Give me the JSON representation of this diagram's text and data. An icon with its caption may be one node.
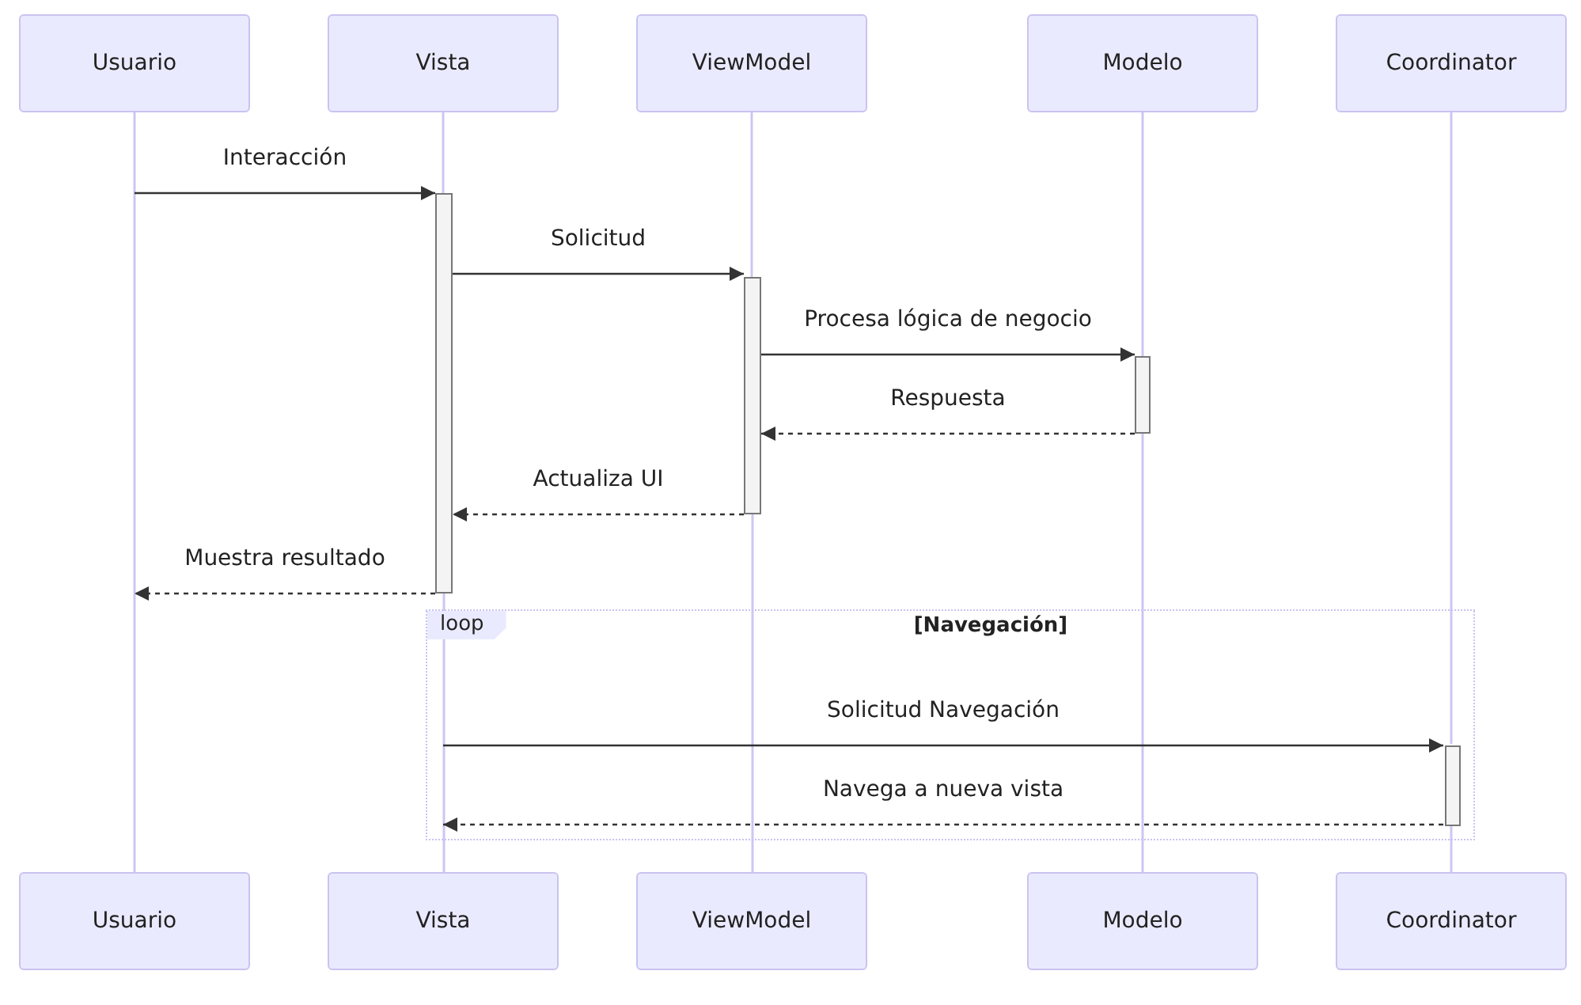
{
  "diagram": {
    "nodes": [
      {
        "text": [
          "Usuario"
        ]
      },
      {
        "text": [
          "Vista"
        ]
      },
      {
        "text": [
          "ViewModel"
        ]
      },
      {
        "text": [
          "Modelo"
        ]
      },
      {
        "text": [
          "Coordinator"
        ]
      },
      {
        "text": [],
        "shape": "bar"
      },
      {
        "text": [],
        "shape": "bar"
      },
      {
        "text": [],
        "shape": "bar"
      },
      {
        "text": [
          "loop",
          "[Navegación]"
        ]
      },
      {
        "text": [],
        "shape": "bar",
        "in": 8
      },
      {
        "text": [
          "Usuario"
        ]
      },
      {
        "text": [
          "Vista"
        ]
      },
      {
        "text": [
          "ViewModel"
        ]
      },
      {
        "text": [
          "Modelo"
        ]
      },
      {
        "text": [
          "Coordinator"
        ]
      }
    ],
    "edges": [
      {
        "from": 0,
        "to": 10,
        "arrow": "none"
      },
      {
        "from": 1,
        "to": 5,
        "arrow": "none"
      },
      {
        "from": 5,
        "to": 11,
        "arrow": "none"
      },
      {
        "from": 2,
        "to": 6,
        "arrow": "none"
      },
      {
        "from": 6,
        "to": 12,
        "arrow": "none"
      },
      {
        "from": 3,
        "to": 7,
        "arrow": "none"
      },
      {
        "from": 7,
        "to": 13,
        "arrow": "none"
      },
      {
        "from": 4,
        "to": 9,
        "arrow": "none"
      },
      {
        "from": 9,
        "to": 14,
        "arrow": "none"
      },
      {
        "from": null,
        "to": 5,
        "arrow": "to",
        "label": "Interacción",
        "color": "#333333"
      },
      {
        "from": 5,
        "to": 6,
        "arrow": "to",
        "label": "Solicitud",
        "color": "#333333"
      },
      {
        "from": 6,
        "to": 7,
        "arrow": "to",
        "label": "Procesa lógica de negocio",
        "color": "#333333"
      },
      {
        "from": 7,
        "to": 6,
        "arrow": "to",
        "label": "Respuesta",
        "style": "dashed",
        "color": "#333333"
      },
      {
        "from": 6,
        "to": 5,
        "arrow": "to",
        "label": "Actualiza UI",
        "style": "dashed",
        "color": "#333333"
      },
      {
        "from": 5,
        "to": null,
        "arrow": "to",
        "label": "Muestra resultado",
        "style": "dashed",
        "color": "#333333"
      },
      {
        "from": null,
        "to": 9,
        "arrow": "to",
        "label": "Solicitud Navegación",
        "color": "#333333"
      },
      {
        "from": 9,
        "to": null,
        "arrow": "to",
        "label": "Navega a nueva vista",
        "style": "dashed",
        "color": "#333333"
      }
    ]
  }
}
